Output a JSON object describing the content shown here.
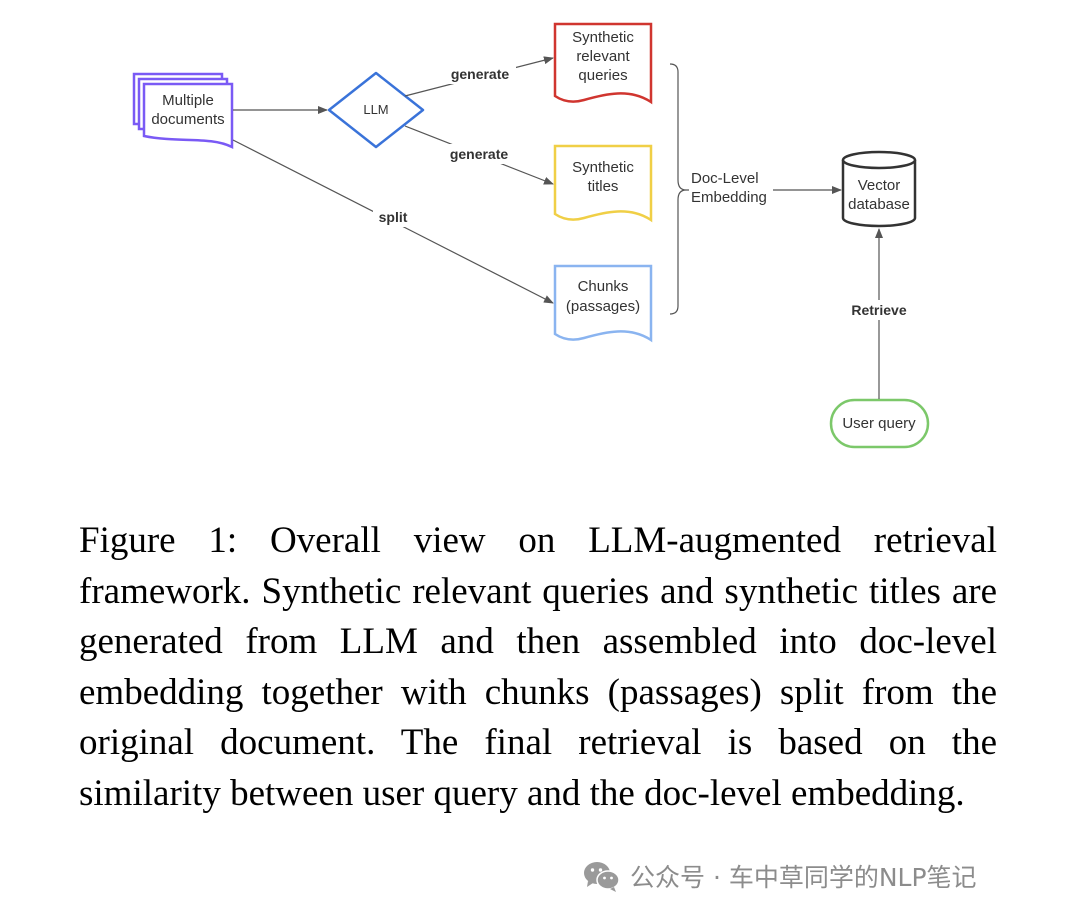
{
  "diagram": {
    "nodes": {
      "documents": {
        "line1": "Multiple",
        "line2": "documents"
      },
      "llm": {
        "label": "LLM"
      },
      "queries": {
        "line1": "Synthetic",
        "line2": "relevant",
        "line3": "queries"
      },
      "titles": {
        "line1": "Synthetic",
        "line2": "titles"
      },
      "chunks": {
        "line1": "Chunks",
        "line2": "(passages)"
      },
      "vector_db": {
        "line1": "Vector",
        "line2": "database"
      },
      "user_query": {
        "label": "User query"
      }
    },
    "edges": {
      "generate_queries": "generate",
      "generate_titles": "generate",
      "split": "split",
      "doc_level_line1": "Doc-Level",
      "doc_level_line2": "Embedding",
      "retrieve": "Retrieve"
    },
    "colors": {
      "documents": "#7a5af5",
      "llm": "#3a73d9",
      "queries": "#d0352f",
      "titles": "#f0cf46",
      "chunks": "#8ab4f0",
      "user_query": "#7cc86a",
      "vector_db": "#333333",
      "connector": "#555555"
    }
  },
  "caption": {
    "text": "Figure 1: Overall view on LLM-augmented retrieval framework. Synthetic relevant queries and synthetic titles are generated from LLM and then assembled into doc-level embedding together with chunks (passages) split from the original document. The final retrieval is based on the similarity between user query and the doc-level embedding."
  },
  "watermark": {
    "icon": "wechat-icon",
    "text": "公众号 · 车中草同学的NLP笔记"
  }
}
